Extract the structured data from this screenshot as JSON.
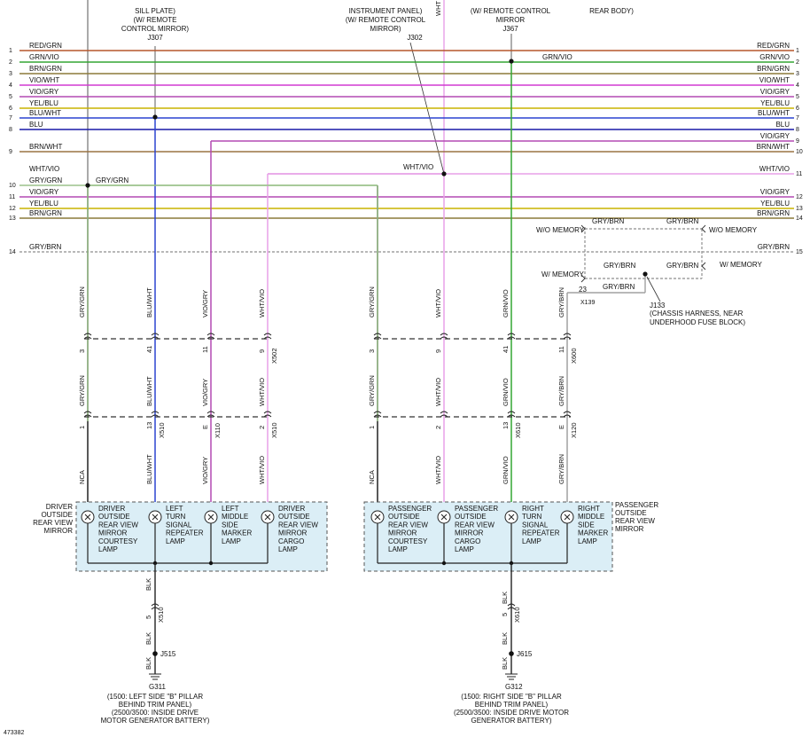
{
  "header": {
    "left_loc": [
      "SILL PLATE)",
      "(W/ REMOTE",
      "CONTROL MIRROR)",
      "J307"
    ],
    "mid_loc": [
      "INSTRUMENT PANEL)",
      "(W/ REMOTE CONTROL",
      "MIRROR)",
      "J302"
    ],
    "right_loc": [
      "(W/ REMOTE CONTROL",
      "MIRROR",
      "J367"
    ],
    "far_right_loc": "REAR BODY)",
    "top_wire_label": "WHT"
  },
  "colors": {
    "red_grn": "#b5562c",
    "grn_vio": "#34a534",
    "brn_grn": "#8c7a3a",
    "vio_wht": "#d23ad2",
    "vio_gry": "#b44ab4",
    "yel_blu": "#c9b400",
    "blu_wht": "#2b44d0",
    "blu": "#1a1aa8",
    "brn_wht": "#9a7342",
    "wht_vio": "#e8a0e8",
    "gry_grn": "#9cc28c",
    "gry_brn": "#a0a0a0",
    "blk": "#222222",
    "panel_fill": "#dbeef6"
  },
  "bus": [
    {
      "left_num": "1",
      "right_num": "1",
      "left_label": "RED/GRN",
      "right_label": "RED/GRN",
      "color": "red_grn"
    },
    {
      "left_num": "2",
      "right_num": "2",
      "left_label": "GRN/VIO",
      "right_label": "GRN/VIO",
      "mid_label": "GRN/VIO",
      "color": "grn_vio"
    },
    {
      "left_num": "3",
      "right_num": "3",
      "left_label": "BRN/GRN",
      "right_label": "BRN/GRN",
      "color": "brn_grn"
    },
    {
      "left_num": "4",
      "right_num": "4",
      "left_label": "VIO/WHT",
      "right_label": "VIO/WHT",
      "color": "vio_wht"
    },
    {
      "left_num": "5",
      "right_num": "5",
      "left_label": "VIO/GRY",
      "right_label": "VIO/GRY",
      "color": "vio_gry"
    },
    {
      "left_num": "6",
      "right_num": "6",
      "left_label": "YEL/BLU",
      "right_label": "YEL/BLU",
      "color": "yel_blu"
    },
    {
      "left_num": "7",
      "right_num": "7",
      "left_label": "BLU/WHT",
      "right_label": "BLU/WHT",
      "color": "blu_wht"
    },
    {
      "left_num": "8",
      "right_num": "8",
      "left_label": "BLU",
      "right_label": "BLU",
      "color": "blu"
    },
    {
      "left_num": "",
      "right_num": "9",
      "left_label": "",
      "right_label": "VIO/GRY",
      "color": "vio_gry"
    },
    {
      "left_num": "9",
      "right_num": "10",
      "left_label": "BRN/WHT",
      "right_label": "BRN/WHT",
      "color": "brn_wht"
    },
    {
      "left_num": "",
      "right_num": "11",
      "left_label": "WHT/VIO",
      "right_label": "WHT/VIO",
      "color": "wht_vio"
    },
    {
      "left_num": "10",
      "right_num": "",
      "left_label": "GRY/GRN",
      "right_label": "",
      "mid_label": "GRY/GRN",
      "color": "gry_grn"
    },
    {
      "left_num": "11",
      "right_num": "12",
      "left_label": "VIO/GRY",
      "right_label": "VIO/GRY",
      "color": "vio_gry"
    },
    {
      "left_num": "12",
      "right_num": "13",
      "left_label": "YEL/BLU",
      "right_label": "YEL/BLU",
      "color": "yel_blu"
    },
    {
      "left_num": "13",
      "right_num": "14",
      "left_label": "BRN/GRN",
      "right_label": "BRN/GRN",
      "color": "brn_grn"
    },
    {
      "left_num": "14",
      "right_num": "15",
      "left_label": "GRY/BRN",
      "right_label": "GRY/BRN",
      "color": "gry_brn"
    }
  ],
  "memory": {
    "wo_memory": "W/O MEMORY",
    "w_memory": "W/ MEMORY",
    "gry_brn": "GRY/BRN",
    "pin_23": "23",
    "connector": "X139",
    "splice": "J133",
    "splice_desc": [
      "(CHASSIS HARNESS, NEAR",
      "UNDERHOOD FUSE BLOCK)"
    ]
  },
  "drops": [
    {
      "top_wire": "GRY/GRN",
      "pin1": "3",
      "conn1": "",
      "mid_wire": "GRY/GRN",
      "pin2": "1",
      "conn2": "",
      "low_wire": "NCA",
      "color": "gry_grn"
    },
    {
      "top_wire": "BLU/WHT",
      "pin1": "41",
      "conn1": "",
      "mid_wire": "BLU/WHT",
      "pin2": "13",
      "conn2": "X510",
      "low_wire": "BLU/WHT",
      "color": "blu_wht"
    },
    {
      "top_wire": "VIO/GRY",
      "pin1": "11",
      "conn1": "",
      "mid_wire": "VIO/GRY",
      "pin2": "E",
      "conn2": "X110",
      "low_wire": "VIO/GRY",
      "color": "vio_gry"
    },
    {
      "top_wire": "WHT/VIO",
      "pin1": "9",
      "conn1": "X502",
      "mid_wire": "WHT/VIO",
      "pin2": "2",
      "conn2": "X510",
      "low_wire": "WHT/VIO",
      "color": "wht_vio"
    },
    {
      "top_wire": "GRY/GRN",
      "pin1": "3",
      "conn1": "",
      "mid_wire": "GRY/GRN",
      "pin2": "1",
      "conn2": "",
      "low_wire": "NCA",
      "color": "gry_grn"
    },
    {
      "top_wire": "WHT/VIO",
      "pin1": "9",
      "conn1": "",
      "mid_wire": "WHT/VIO",
      "pin2": "2",
      "conn2": "",
      "low_wire": "WHT/VIO",
      "color": "wht_vio"
    },
    {
      "top_wire": "GRN/VIO",
      "pin1": "41",
      "conn1": "",
      "mid_wire": "GRN/VIO",
      "pin2": "13",
      "conn2": "X610",
      "low_wire": "GRN/VIO",
      "color": "grn_vio"
    },
    {
      "top_wire": "GRY/BRN",
      "pin1": "11",
      "conn1": "X600",
      "mid_wire": "GRY/BRN",
      "pin2": "E",
      "conn2": "X120",
      "low_wire": "GRY/BRN",
      "color": "gry_brn"
    }
  ],
  "driver_mirror": {
    "title": [
      "DRIVER",
      "OUTSIDE",
      "REAR VIEW",
      "MIRROR"
    ],
    "lamps": [
      [
        "DRIVER",
        "OUTSIDE",
        "REAR VIEW",
        "MIRROR",
        "COURTESY",
        "LAMP"
      ],
      [
        "LEFT",
        "TURN",
        "SIGNAL",
        "REPEATER",
        "LAMP"
      ],
      [
        "LEFT",
        "MIDDLE",
        "SIDE",
        "MARKER",
        "LAMP"
      ],
      [
        "DRIVER",
        "OUTSIDE",
        "REAR VIEW",
        "MIRROR",
        "CARGO",
        "LAMP"
      ]
    ]
  },
  "passenger_mirror": {
    "title": [
      "PASSENGER",
      "OUTSIDE",
      "REAR VIEW",
      "MIRROR"
    ],
    "lamps": [
      [
        "PASSENGER",
        "OUTSIDE",
        "REAR VIEW",
        "MIRROR",
        "COURTESY",
        "LAMP"
      ],
      [
        "PASSENGER",
        "OUTSIDE",
        "REAR VIEW",
        "MIRROR",
        "CARGO",
        "LAMP"
      ],
      [
        "RIGHT",
        "TURN",
        "SIGNAL",
        "REPEATER",
        "LAMP"
      ],
      [
        "RIGHT",
        "MIDDLE",
        "SIDE",
        "MARKER",
        "LAMP"
      ]
    ]
  },
  "left_ground": {
    "wire": "BLK",
    "pin": "5",
    "connector": "X510",
    "splice": "J515",
    "ground": "G311",
    "desc": [
      "(1500: LEFT SIDE \"B\" PILLAR",
      "BEHIND TRIM PANEL)",
      "(2500/3500: INSIDE DRIVE",
      "MOTOR GENERATOR BATTERY)"
    ]
  },
  "right_ground": {
    "wire": "BLK",
    "pin": "5",
    "connector": "X610",
    "splice": "J615",
    "ground": "G312",
    "desc": [
      "(1500: RIGHT SIDE \"B\" PILLAR",
      "BEHIND TRIM PANEL)",
      "(2500/3500: INSIDE DRIVE MOTOR",
      "GENERATOR BATTERY)"
    ]
  },
  "figure_id": "473382"
}
